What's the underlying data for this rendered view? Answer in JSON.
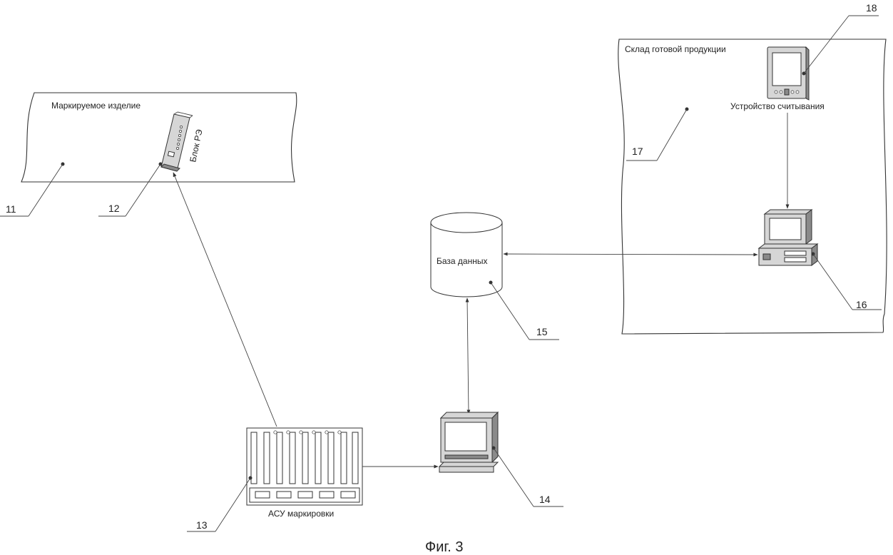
{
  "zones": {
    "product_label": "Маркируемое изделие",
    "warehouse_label": "Склад готовой продукции"
  },
  "components": {
    "block_re": "Блок РЭ",
    "reader": "Устройство считывания",
    "database": "База данных",
    "asu": "АСУ маркировки"
  },
  "refs": {
    "r11": "11",
    "r12": "12",
    "r13": "13",
    "r14": "14",
    "r15": "15",
    "r16": "16",
    "r17": "17",
    "r18": "18"
  },
  "caption": "Фиг. 3"
}
